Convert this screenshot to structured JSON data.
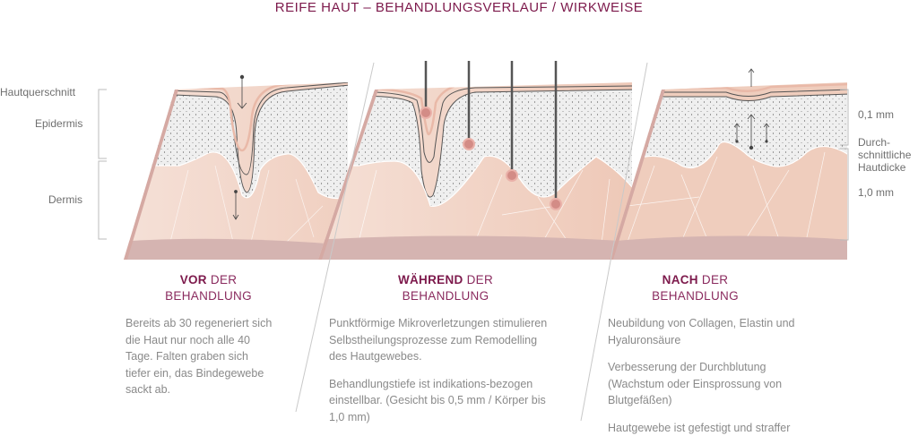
{
  "title": "REIFE HAUT – BEHANDLUNGSVERLAUF / WIRKWEISE",
  "left_labels": {
    "section": "Hautquerschnitt",
    "epidermis": "Epidermis",
    "dermis": "Dermis"
  },
  "right_labels": {
    "epidermis_thickness": "0,1 mm",
    "avg_line1": "Durch-",
    "avg_line2": "schnittliche",
    "avg_line3": "Hautdicke",
    "dermis_thickness": "1,0 mm"
  },
  "columns": [
    {
      "bold": "VOR",
      "rest": " DER",
      "line2": "BEHANDLUNG",
      "paragraphs": [
        "Bereits ab 30 regeneriert sich die Haut nur noch alle 40 Tage. Falten graben sich tiefer ein, das Bindegewebe sackt ab."
      ]
    },
    {
      "bold": "WÄHREND",
      "rest": " DER",
      "line2": "BEHANDLUNG",
      "paragraphs": [
        "Punktförmige Mikroverletzungen stimulieren Selbstheilungsprozesse zum Remodelling des Hautgewebes.",
        "Behandlungstiefe ist indikations-bezogen einstellbar. (Gesicht bis 0,5 mm / Körper bis 1,0 mm)"
      ]
    },
    {
      "bold": "NACH",
      "rest": " DER",
      "line2": "BEHANDLUNG",
      "paragraphs": [
        "Neubildung von Collagen, Elastin und Hyaluronsäure",
        "Verbesserung der Durchblutung (Wachstum oder Einsprossung von Blutgefäßen)",
        "Hautgewebe ist gefestigt und straffer"
      ]
    }
  ],
  "colors": {
    "accent": "#7d1a4c",
    "epidermis": "#efefef",
    "dermis": "#f2d6c9",
    "base": "#d5b4b1",
    "skin_line": "#e9b9a8"
  }
}
